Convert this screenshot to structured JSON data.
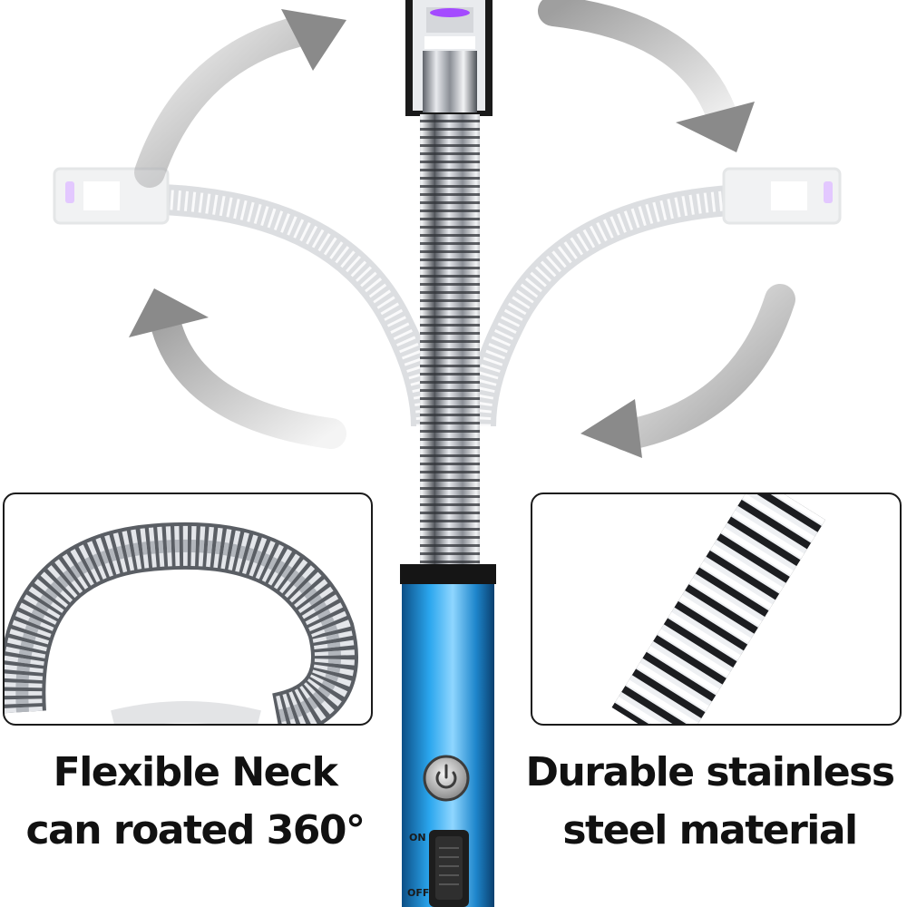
{
  "captions": {
    "left": {
      "line1": "Flexible Neck",
      "line2": "can roated 360°"
    },
    "right": {
      "line1": "Durable stainless",
      "line2": "steel material"
    }
  },
  "switch": {
    "on_label": "ON",
    "off_label": "OFF"
  },
  "icons": {
    "power": "power-icon",
    "arrows": [
      "arrow-top-left-icon",
      "arrow-top-right-icon",
      "arrow-bottom-left-icon",
      "arrow-bottom-right-icon"
    ]
  },
  "colors": {
    "body_blue": "#1f8fd6",
    "steel": "#c9ccd1",
    "arc_flame": "#a44bff",
    "arrow_gray": "#9a9a9a",
    "text": "#111111"
  }
}
